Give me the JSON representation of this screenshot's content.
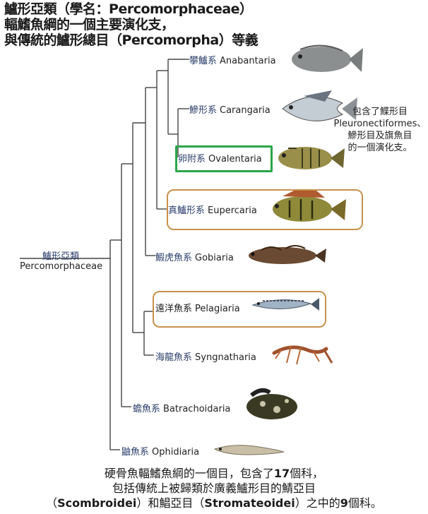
{
  "title": {
    "line1_zh": "鱸形亞類（學名：",
    "line1_latin": "Percomorphaceae",
    "line1_end": "）",
    "line2": "輻鰭魚綱的一個主要演化支，",
    "line3_zh": "與傳統的鱸形總目（",
    "line3_latin": "Percomorpha",
    "line3_end": "）等義"
  },
  "root": {
    "zh": "鱸形亞類",
    "en": "Percomorphaceae"
  },
  "clades": [
    {
      "zh": "攀鱸系",
      "en": "Anabantaria"
    },
    {
      "zh": "鰺形系",
      "en": "Carangaria"
    },
    {
      "zh": "卵附系",
      "en": "Ovalentaria"
    },
    {
      "zh": "真鱸形系",
      "en": "Eupercaria"
    },
    {
      "zh": "鰕虎魚系",
      "en": "Gobiaria"
    },
    {
      "zh": "遠洋魚系",
      "en": "Pelagiaria"
    },
    {
      "zh": "海龍魚系",
      "en": "Syngnatharia"
    },
    {
      "zh": "蟾魚系",
      "en": "Batrachoidaria"
    },
    {
      "zh": "鼬魚系",
      "en": "Ophidiaria"
    }
  ],
  "note": {
    "line1": "包含了鰈形目",
    "line2": "Pleuronectiformes、",
    "line3": "鰺形目及旗魚目",
    "line4": "的一個演化支。"
  },
  "footer": {
    "line1_a": "硬骨魚輻鰭魚綱的一個目，包含了",
    "line1_num": "17",
    "line1_b": "個科，",
    "line2": "包括傳統上被歸類於廣義鱸形目的鯖亞目",
    "line3_a": "（",
    "line3_latin1": "Scombroidei",
    "line3_b": "）和鯧亞目（",
    "line3_latin2": "Stromateoidei",
    "line3_c": "）之中的",
    "line3_num": "9",
    "line3_d": "個科。"
  },
  "colors": {
    "tree_line": "#444444",
    "orange_box": "#c8914a",
    "green_box": "#2aa64a",
    "zh_label": "#2c3f6b"
  }
}
